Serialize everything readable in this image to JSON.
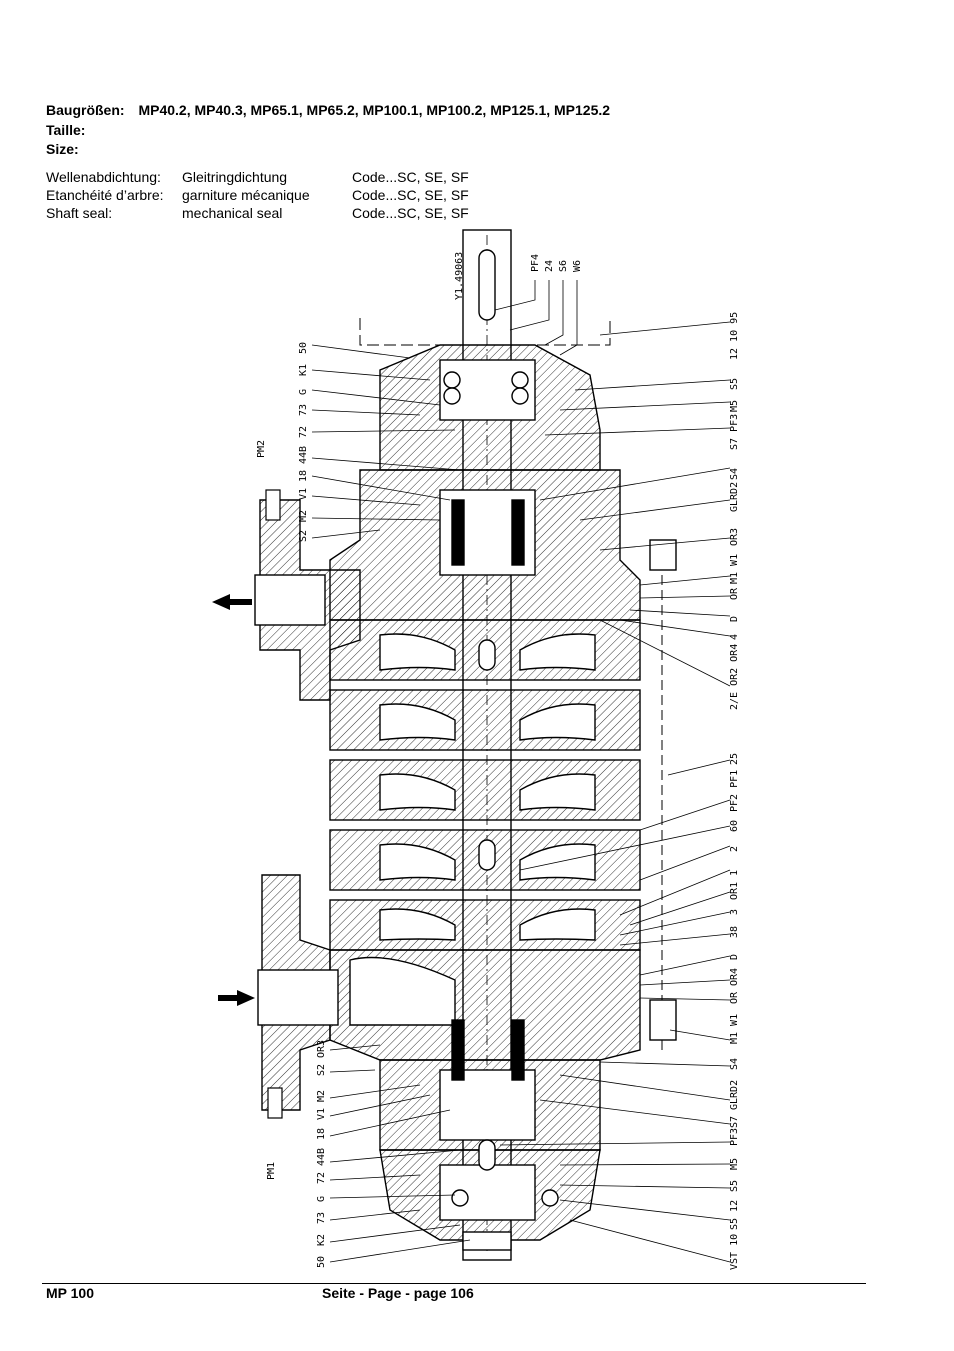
{
  "header": {
    "sizes_label": "Baugrößen:",
    "sizes_value": "MP40.2, MP40.3, MP65.1, MP65.2, MP100.1, MP100.2, MP125.1, MP125.2",
    "taille_label": "Taille:",
    "size_label": "Size:"
  },
  "seal_rows": [
    {
      "label": "Wellenabdichtung:",
      "value": "Gleitringdichtung",
      "code": "Code...SC, SE, SF"
    },
    {
      "label": "Etanchéité d’arbre:",
      "value": "garniture mécanique",
      "code": "Code...SC, SE, SF"
    },
    {
      "label": "Shaft seal:",
      "value": "mechanical seal",
      "code": "Code...SC, SE, SF"
    }
  ],
  "drawing": {
    "id_label": "Y1.49063",
    "top_labels": [
      "PF4",
      "24",
      "S6",
      "W6"
    ],
    "left_top": [
      "50",
      "K1",
      "G",
      "73",
      "72",
      "44B",
      "18",
      "V1",
      "M2",
      "S2"
    ],
    "left_bottom": [
      "S2",
      "OR3",
      "M2",
      "V1",
      "18",
      "44B",
      "72",
      "G",
      "73",
      "K2",
      "50"
    ],
    "gauge_labels": [
      "PM2",
      "PM1"
    ],
    "right_labels": [
      "12 10 95",
      "S5",
      "M5",
      "S7 PF3",
      "S4",
      "GLRD2",
      "OR3",
      "M1 W1",
      "OR",
      "D",
      "4",
      "2/E OR2 OR4",
      "25",
      "PF2 PF1",
      "60",
      "2",
      "1",
      "OR1",
      "3",
      "38",
      "D",
      "OR4",
      "OR",
      "M1 W1",
      "S4",
      "GLRD2",
      "S7",
      "PF3",
      "M5",
      "S5",
      "S5 12",
      "VST 10"
    ]
  },
  "footer": {
    "left": "MP 100",
    "center": "Seite - Page - page 106"
  }
}
